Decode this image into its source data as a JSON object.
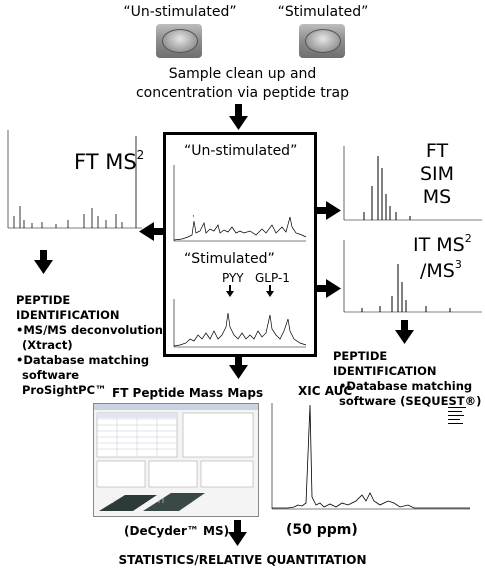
{
  "top": {
    "unstim_label": "“Un-stimulated”",
    "stim_label": "“Stimulated”",
    "cleanup_line1": "Sample clean up and",
    "cleanup_line2": "concentration via peptide trap"
  },
  "center": {
    "unstim_label": "“Un-stimulated”",
    "stim_label": "“Stimulated”",
    "pyy_label": "PYY",
    "glp1_label": "GLP-1"
  },
  "left": {
    "ft_ms2_label": "FT MS",
    "ft_ms2_sup": "2",
    "id_title": "PEPTIDE IDENTIFICATION",
    "bullet1_line1": "•MS/MS deconvolution",
    "bullet1_line2": "(Xtract)",
    "bullet2_line1": "•Database matching",
    "bullet2_line2": "software",
    "bullet2_line3": "ProSightPC™"
  },
  "right": {
    "ft_sim_line1": "FT SIM",
    "ft_sim_line2": "MS",
    "it_ms_label": "IT MS",
    "it_ms_sup": "2",
    "ms3_label": "/MS",
    "ms3_sup": "3",
    "id_title": "PEPTIDE IDENTIFICATION",
    "bullet1_line1": "•Database matching",
    "bullet1_line2": "software (SEQUEST®)"
  },
  "bottom": {
    "mass_maps_title": "FT Peptide Mass Maps",
    "xic_title": "XIC AUC",
    "decyder_label": "(DeCyder™ MS)",
    "ppm_label": "(50 ppm)",
    "final_label": "STATISTICS/RELATIVE QUANTITATION"
  },
  "colors": {
    "arrow": "#000000",
    "spectrum": "#000000",
    "surface_dark": "#2c3a3a",
    "table_blue": "#dfe6f2"
  }
}
